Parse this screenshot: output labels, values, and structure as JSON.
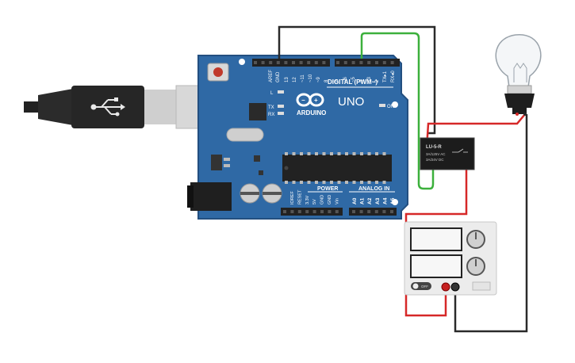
{
  "board": {
    "brand": "ARDUINO",
    "model": "UNO",
    "digital_label": "DIGITAL (PWM~)",
    "power_label": "POWER",
    "analog_label": "ANALOG IN",
    "led_l": "L",
    "led_tx": "TX",
    "led_rx": "RX",
    "led_on": "ON",
    "top_header": [
      "AREF",
      "GND",
      "13",
      "12",
      "~11",
      "~10",
      "~9",
      "8",
      "7",
      "~6",
      "~5",
      "4",
      "~3",
      "2",
      "TX▸1",
      "RX◂0"
    ],
    "power_pins": [
      "IOREF",
      "RESET",
      "3.3V",
      "5V",
      "GND",
      "GND",
      "Vin"
    ],
    "analog_pins": [
      "A0",
      "A1",
      "A2",
      "A3",
      "A4",
      "A5"
    ],
    "colors": {
      "pcb": "#2f69a5",
      "pcb_dark": "#234f80",
      "silk": "#ffffff"
    }
  },
  "usb_cable": {
    "icon": "usb-icon"
  },
  "relay": {
    "model": "LU-5-R",
    "rating_ac": "3A/125V AC",
    "rating_dc": "3A/24V DC"
  },
  "power_supply": {
    "switch_label": "OFF",
    "icon": "power-supply-icon"
  },
  "bulb": {
    "icon": "light-bulb-icon"
  },
  "wires": {
    "colors": {
      "black": "#2a2a2a",
      "green": "#3cb03c",
      "red": "#d62828"
    }
  }
}
